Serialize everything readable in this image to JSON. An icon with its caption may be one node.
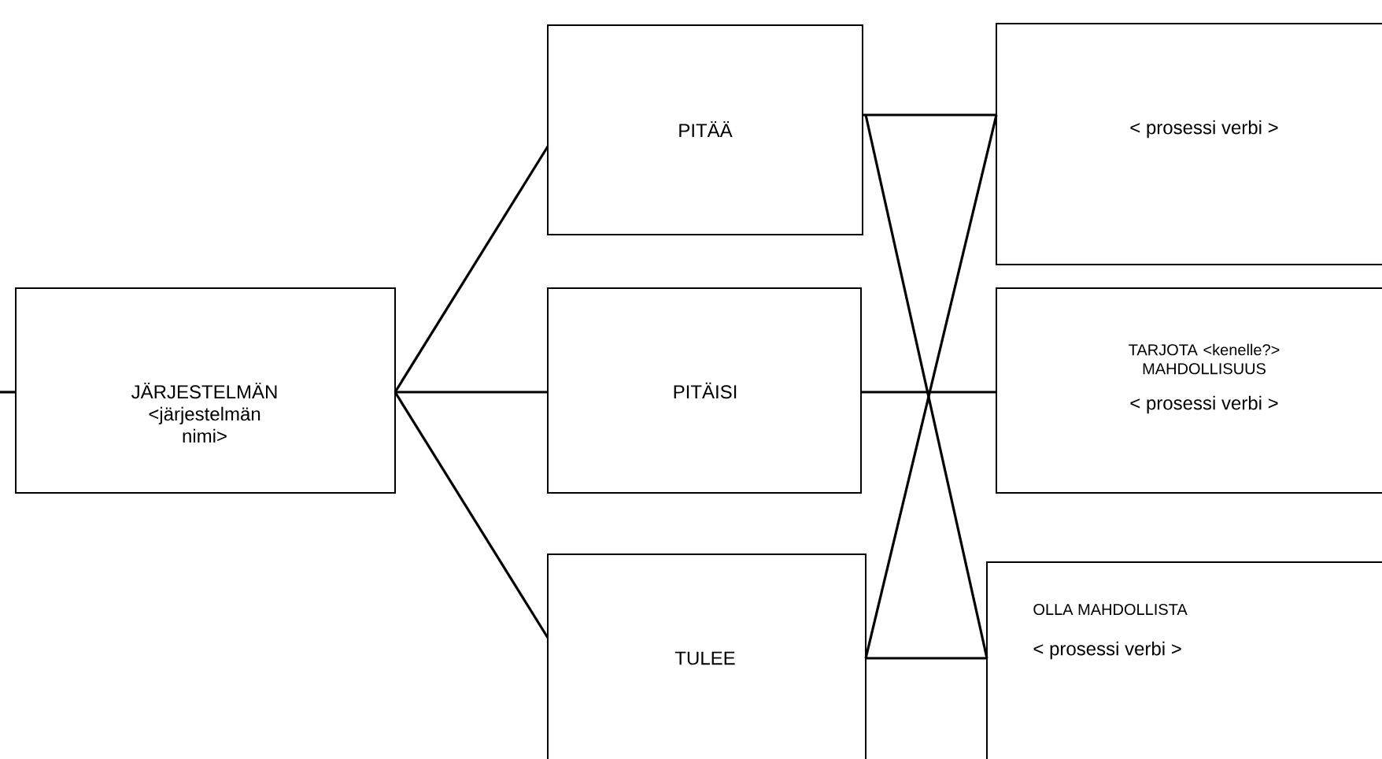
{
  "diagram": {
    "nodes": [
      {
        "text": [
          "JÄRJESTELMÄN <järjestelmän nimi>"
        ]
      },
      {
        "text": [
          "PITÄÄ"
        ]
      },
      {
        "text": [
          "PITÄISI"
        ]
      },
      {
        "text": [
          "TULEE"
        ]
      },
      {
        "text": [
          "< prosessi verbi >"
        ]
      },
      {
        "text": [
          "TARJOTA <kenelle?> MAHDOLLISUUS",
          "< prosessi verbi >"
        ]
      },
      {
        "text": [
          "OLLA MAHDOLLISTA",
          "< prosessi verbi >"
        ]
      }
    ],
    "edges": [
      {
        "from": null,
        "to": 0,
        "arrow": "none"
      },
      {
        "from": 0,
        "to": 1,
        "arrow": "none"
      },
      {
        "from": 0,
        "to": 2,
        "arrow": "none"
      },
      {
        "from": 0,
        "to": 3,
        "arrow": "none"
      },
      {
        "from": 1,
        "to": 4,
        "arrow": "none"
      },
      {
        "from": 1,
        "to": 6,
        "arrow": "none"
      },
      {
        "from": 3,
        "to": 4,
        "arrow": "none"
      },
      {
        "from": 3,
        "to": 6,
        "arrow": "none"
      },
      {
        "from": 2,
        "to": 5,
        "arrow": "none"
      }
    ]
  }
}
